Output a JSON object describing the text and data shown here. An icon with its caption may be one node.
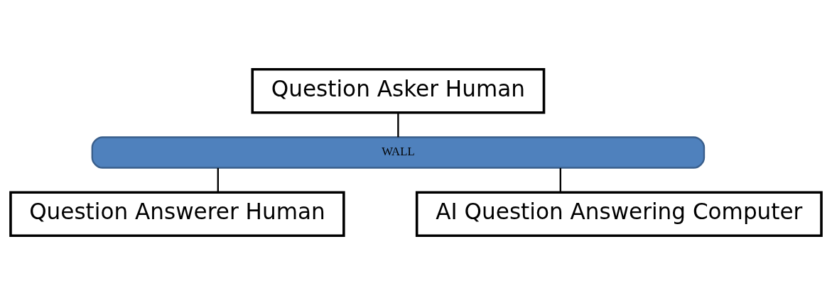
{
  "diagram": {
    "nodes": [
      {
        "text": [
          "Question Asker Human"
        ]
      },
      {
        "text": [
          "WALL"
        ]
      },
      {
        "text": [
          "Question Answerer Human"
        ]
      },
      {
        "text": [
          "AI Question Answering Computer"
        ]
      }
    ],
    "edges": [
      {
        "from": 0,
        "to": 1,
        "arrow": "none"
      },
      {
        "from": 1,
        "to": 2,
        "arrow": "none"
      },
      {
        "from": 1,
        "to": 3,
        "arrow": "none"
      }
    ]
  }
}
